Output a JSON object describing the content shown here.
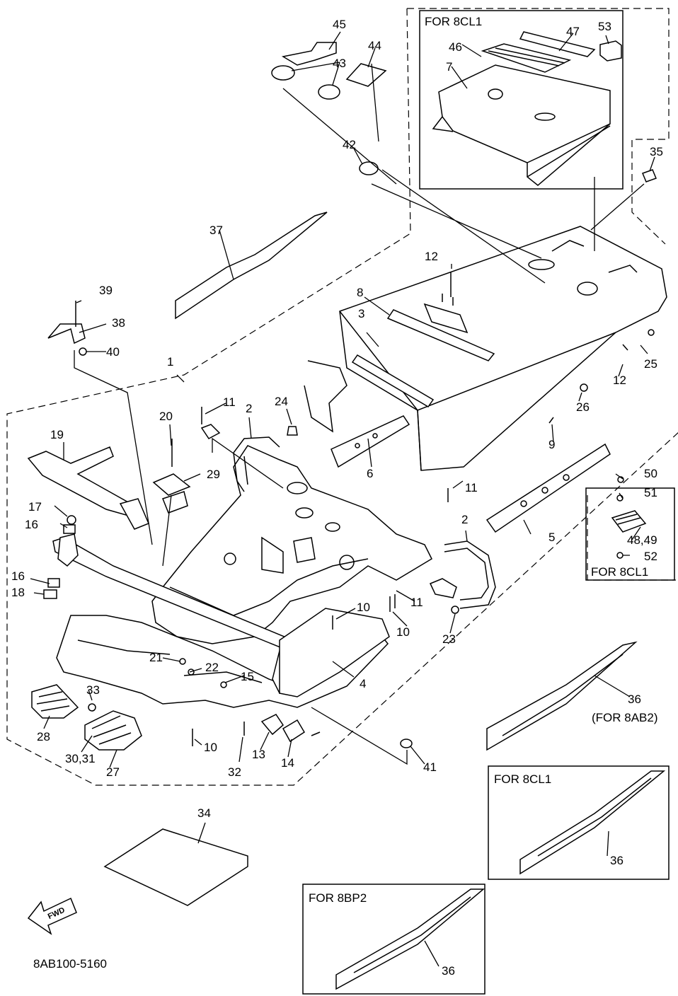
{
  "diagram": {
    "code": "8AB100-5160",
    "fwd_label": "FWD",
    "boxes": [
      {
        "title": "FOR  8CL1"
      },
      {
        "title": "FOR 8CL1"
      },
      {
        "title": "FOR 8CL1"
      },
      {
        "title": "FOR 8BP2"
      }
    ],
    "note_8ab2": "(FOR 8AB2)",
    "callouts": [
      "45",
      "53",
      "47",
      "46",
      "43",
      "44",
      "7",
      "42",
      "35",
      "37",
      "12",
      "39",
      "8",
      "38",
      "3",
      "40",
      "25",
      "1",
      "12",
      "26",
      "11",
      "24",
      "2",
      "20",
      "19",
      "9",
      "50",
      "51",
      "29",
      "6",
      "5",
      "17",
      "11",
      "48,49",
      "16",
      "2",
      "52",
      "16",
      "18",
      "11",
      "10",
      "10",
      "23",
      "21",
      "22",
      "15",
      "4",
      "36",
      "33",
      "28",
      "30,31",
      "27",
      "10",
      "32",
      "13",
      "14",
      "41",
      "34",
      "36",
      "36"
    ]
  }
}
